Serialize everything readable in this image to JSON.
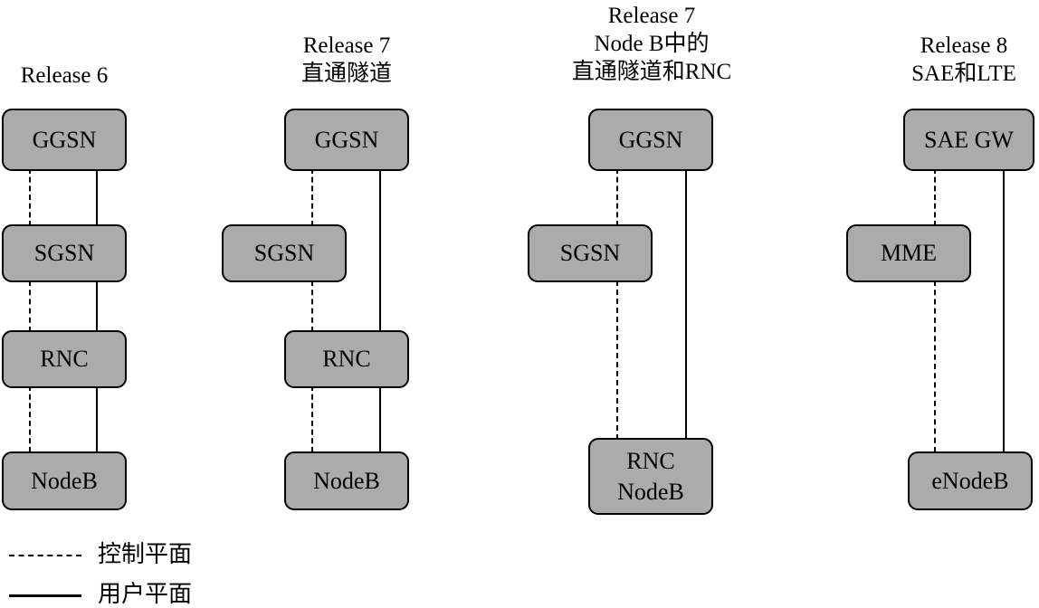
{
  "diagram": {
    "title_present": false,
    "fill_color": "#ababab",
    "line_color": "#000000",
    "columns": [
      {
        "id": "release-6",
        "title_lines": "Release 6",
        "nodes": [
          {
            "id": "ggsn",
            "label": "GGSN"
          },
          {
            "id": "sgsn",
            "label": "SGSN"
          },
          {
            "id": "rnc",
            "label": "RNC"
          },
          {
            "id": "nodeb",
            "label": "NodeB"
          }
        ]
      },
      {
        "id": "release-7-direct-tunnel",
        "title_lines": "Release 7\n直通隧道",
        "nodes": [
          {
            "id": "ggsn",
            "label": "GGSN"
          },
          {
            "id": "sgsn",
            "label": "SGSN"
          },
          {
            "id": "rnc",
            "label": "RNC"
          },
          {
            "id": "nodeb",
            "label": "NodeB"
          }
        ]
      },
      {
        "id": "release-7-nodeb-direct-tunnel-rnc",
        "title_lines": "Release 7\nNode B中的\n直通隧道和RNC",
        "nodes": [
          {
            "id": "ggsn",
            "label": "GGSN"
          },
          {
            "id": "sgsn",
            "label": "SGSN"
          },
          {
            "id": "rnc-nodeb",
            "label": "RNC\nNodeB"
          }
        ]
      },
      {
        "id": "release-8-sae-lte",
        "title_lines": "Release 8\nSAE和LTE",
        "nodes": [
          {
            "id": "sae-gw",
            "label": "SAE GW"
          },
          {
            "id": "mme",
            "label": "MME"
          },
          {
            "id": "enodeb",
            "label": "eNodeB"
          }
        ]
      }
    ],
    "legend": {
      "control_plane": "控制平面",
      "user_plane": "用户平面"
    }
  }
}
